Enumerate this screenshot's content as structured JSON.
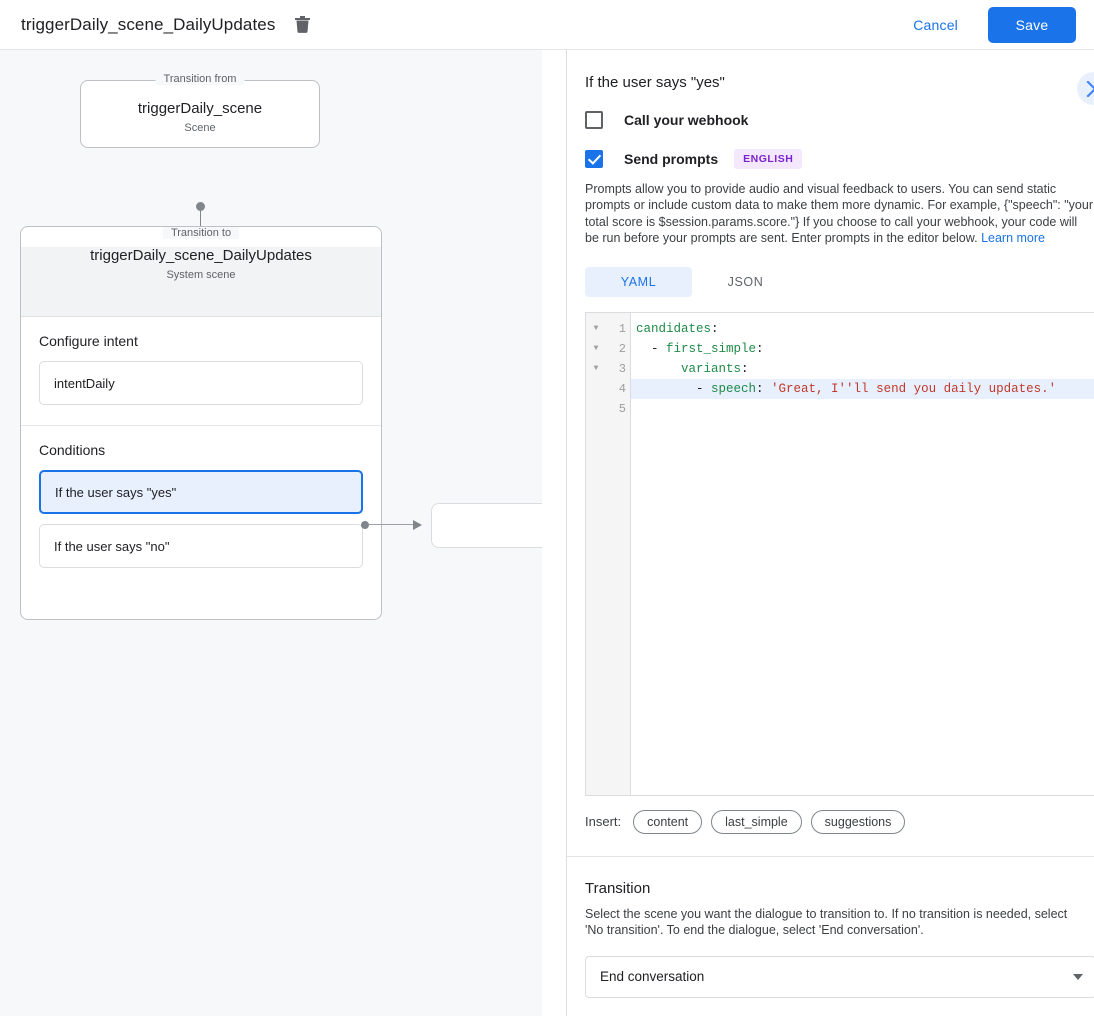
{
  "topbar": {
    "title": "triggerDaily_scene_DailyUpdates",
    "delete_icon": "trash-icon",
    "cancel_label": "Cancel",
    "save_label": "Save",
    "accent_color": "#1a73e8"
  },
  "canvas": {
    "from_node": {
      "legend": "Transition from",
      "title": "triggerDaily_scene",
      "subtitle": "Scene"
    },
    "to_node": {
      "legend": "Transition to",
      "title": "triggerDaily_scene_DailyUpdates",
      "subtitle": "System scene"
    },
    "intent_section": {
      "label": "Configure intent",
      "value": "intentDaily"
    },
    "conditions_section": {
      "label": "Conditions",
      "items": [
        {
          "label": "If the user says \"yes\"",
          "selected": true
        },
        {
          "label": "If the user says \"no\"",
          "selected": false
        }
      ]
    },
    "selected_color": "#e8f0fe",
    "selected_border": "#1a73e8",
    "background": "#f7f8f9"
  },
  "panel": {
    "title": "If the user says \"yes\"",
    "expand_icon": "chevron-right-icon",
    "webhook": {
      "label": "Call your webhook",
      "checked": false
    },
    "prompts": {
      "label": "Send prompts",
      "checked": true,
      "language_badge": "ENGLISH",
      "badge_bg": "#f3e8fd",
      "badge_fg": "#7b23cf",
      "description": "Prompts allow you to provide audio and visual feedback to users. You can send static prompts or include custom data to make them more dynamic. For example, {\"speech\": \"your total score is $session.params.score.\"} If you choose to call your webhook, your code will be run before your prompts are sent. Enter prompts in the editor below.",
      "learn_more": "Learn more"
    },
    "editor": {
      "tabs": [
        {
          "label": "YAML",
          "active": true
        },
        {
          "label": "JSON",
          "active": false
        }
      ],
      "lines": [
        {
          "num": "1",
          "fold": "▼",
          "active": false,
          "segments": [
            {
              "t": "candidates",
              "c": "tk-key"
            },
            {
              "t": ":",
              "c": "tk-dash"
            }
          ]
        },
        {
          "num": "2",
          "fold": "▼",
          "active": false,
          "segments": [
            {
              "t": "  - ",
              "c": "tk-dash"
            },
            {
              "t": "first_simple",
              "c": "tk-key"
            },
            {
              "t": ":",
              "c": "tk-dash"
            }
          ]
        },
        {
          "num": "3",
          "fold": "▼",
          "active": false,
          "segments": [
            {
              "t": "      ",
              "c": "tk-dash"
            },
            {
              "t": "variants",
              "c": "tk-key"
            },
            {
              "t": ":",
              "c": "tk-dash"
            }
          ]
        },
        {
          "num": "4",
          "fold": "",
          "active": true,
          "segments": [
            {
              "t": "        - ",
              "c": "tk-dash"
            },
            {
              "t": "speech",
              "c": "tk-key"
            },
            {
              "t": ": ",
              "c": "tk-dash"
            },
            {
              "t": "'Great, I''ll send you daily updates.'",
              "c": "tk-str"
            }
          ]
        },
        {
          "num": "5",
          "fold": "",
          "active": false,
          "segments": []
        }
      ]
    },
    "insert": {
      "label": "Insert:",
      "chips": [
        "content",
        "last_simple",
        "suggestions"
      ]
    },
    "transition": {
      "title": "Transition",
      "description": "Select the scene you want the dialogue to transition to. If no transition is needed, select 'No transition'. To end the dialogue, select 'End conversation'.",
      "selected": "End conversation"
    }
  }
}
